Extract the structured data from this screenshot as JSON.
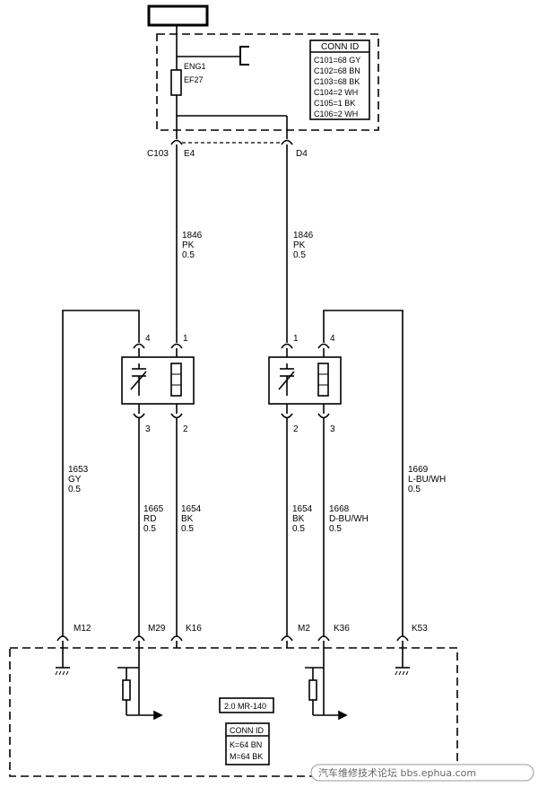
{
  "top_fuse_block": {
    "fuse_labels": [
      "ENG1",
      "EF27"
    ],
    "connector": "C103",
    "pins": [
      "E4",
      "D4"
    ]
  },
  "conn_id_top": {
    "title": "CONN ID",
    "entries": [
      "C101=68 GY",
      "C102=68 BN",
      "C103=68 BK",
      "C104=2 WH",
      "C105=1 BK",
      "C106=2 WH"
    ]
  },
  "wires_upper": [
    {
      "circuit": "1846",
      "color": "PK",
      "gauge": "0.5"
    },
    {
      "circuit": "1846",
      "color": "PK",
      "gauge": "0.5"
    }
  ],
  "sensor_left": {
    "pins_top": [
      "4",
      "1"
    ],
    "pins_bottom": [
      "3",
      "2"
    ]
  },
  "sensor_right": {
    "pins_top": [
      "1",
      "4"
    ],
    "pins_bottom": [
      "2",
      "3"
    ]
  },
  "wires_lower": [
    {
      "circuit": "1653",
      "color": "GY",
      "gauge": "0.5"
    },
    {
      "circuit": "1665",
      "color": "RD",
      "gauge": "0.5"
    },
    {
      "circuit": "1654",
      "color": "BK",
      "gauge": "0.5"
    },
    {
      "circuit": "1654",
      "color": "BK",
      "gauge": "0.5"
    },
    {
      "circuit": "1668",
      "color": "D-BU/WH",
      "gauge": "0.5"
    },
    {
      "circuit": "1669",
      "color": "L-BU/WH",
      "gauge": "0.5"
    }
  ],
  "ecm_pins": [
    "M12",
    "M29",
    "K16",
    "M2",
    "K36",
    "K53"
  ],
  "ecm": {
    "name": "2.0 MR-140",
    "conn_title": "CONN ID",
    "conn_entries": [
      "K=64 BN",
      "M=64 BK"
    ]
  },
  "watermark": "汽车维修技术论坛 bbs.ephua.com"
}
